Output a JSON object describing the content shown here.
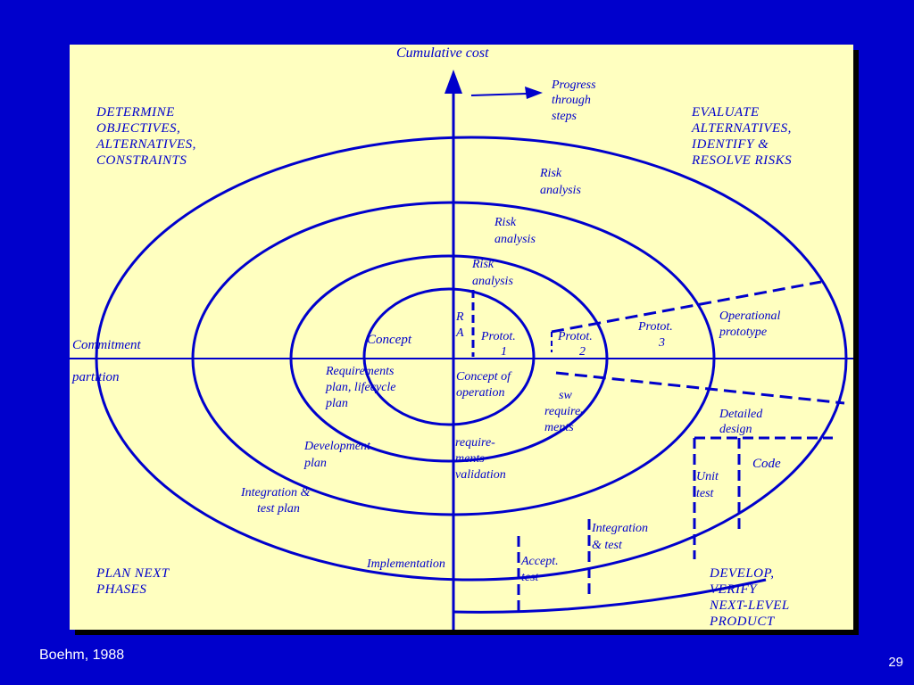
{
  "diagram": {
    "axis_title": "Cumulative cost",
    "progress_label": [
      "Progress",
      "through",
      "steps"
    ],
    "quadrants": {
      "top_left": [
        "DETERMINE",
        "OBJECTIVES,",
        "ALTERNATIVES,",
        "CONSTRAINTS"
      ],
      "top_right": [
        "EVALUATE",
        "ALTERNATIVES,",
        "IDENTIFY &",
        "RESOLVE RISKS"
      ],
      "bottom_left": [
        "PLAN NEXT",
        "PHASES"
      ],
      "bottom_right": [
        "DEVELOP,",
        "VERIFY",
        "NEXT-LEVEL",
        "PRODUCT"
      ]
    },
    "axis_left_labels": [
      "Commitment",
      "partition"
    ],
    "risk_analysis": [
      [
        "Risk",
        "analysis"
      ],
      [
        "Risk",
        "analysis"
      ],
      [
        "Risk",
        "analysis"
      ]
    ],
    "ra_label": [
      "R",
      "A"
    ],
    "concept": "Concept",
    "prototypes": [
      [
        "Protot.",
        "1"
      ],
      [
        "Protot.",
        "2"
      ],
      [
        "Protot.",
        "3"
      ]
    ],
    "operational_prototype": [
      "Operational",
      "prototype"
    ],
    "requirements_plan": [
      "Requirements",
      "plan, lifecycle",
      "plan"
    ],
    "concept_of_operation": [
      "Concept of",
      "operation"
    ],
    "sw_requirements": [
      "sw",
      "require-",
      "ments"
    ],
    "development_plan": [
      "Development",
      "plan"
    ],
    "requirements_validation": [
      "require-",
      "ments",
      "validation"
    ],
    "integration_test_plan": [
      "Integration &",
      "test plan"
    ],
    "detailed_design": [
      "Detailed",
      "design"
    ],
    "unit_test": [
      "Unit",
      "test"
    ],
    "code": "Code",
    "integration_test": [
      "Integration",
      "& test"
    ],
    "implementation": "Implementation",
    "accept_test": [
      "Accept.",
      "test"
    ]
  },
  "footer": {
    "citation": "Boehm, 1988",
    "page_number": "29"
  }
}
